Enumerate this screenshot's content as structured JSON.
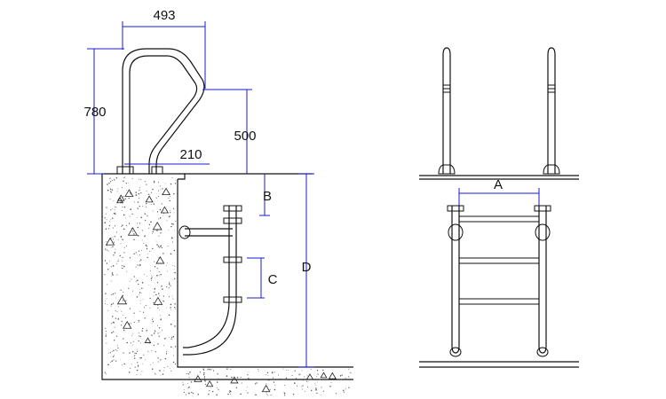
{
  "diagram": {
    "dimensions": {
      "handrail_width": "493",
      "handrail_height": "780",
      "handrail_above_deck": "500",
      "base_spacing": "210",
      "label_b": "B",
      "label_c": "C",
      "label_d": "D",
      "label_a": "A"
    },
    "colors": {
      "dimension_line": "#1a1ad6",
      "outline": "#111111",
      "concrete_speckle": "#555555"
    }
  }
}
